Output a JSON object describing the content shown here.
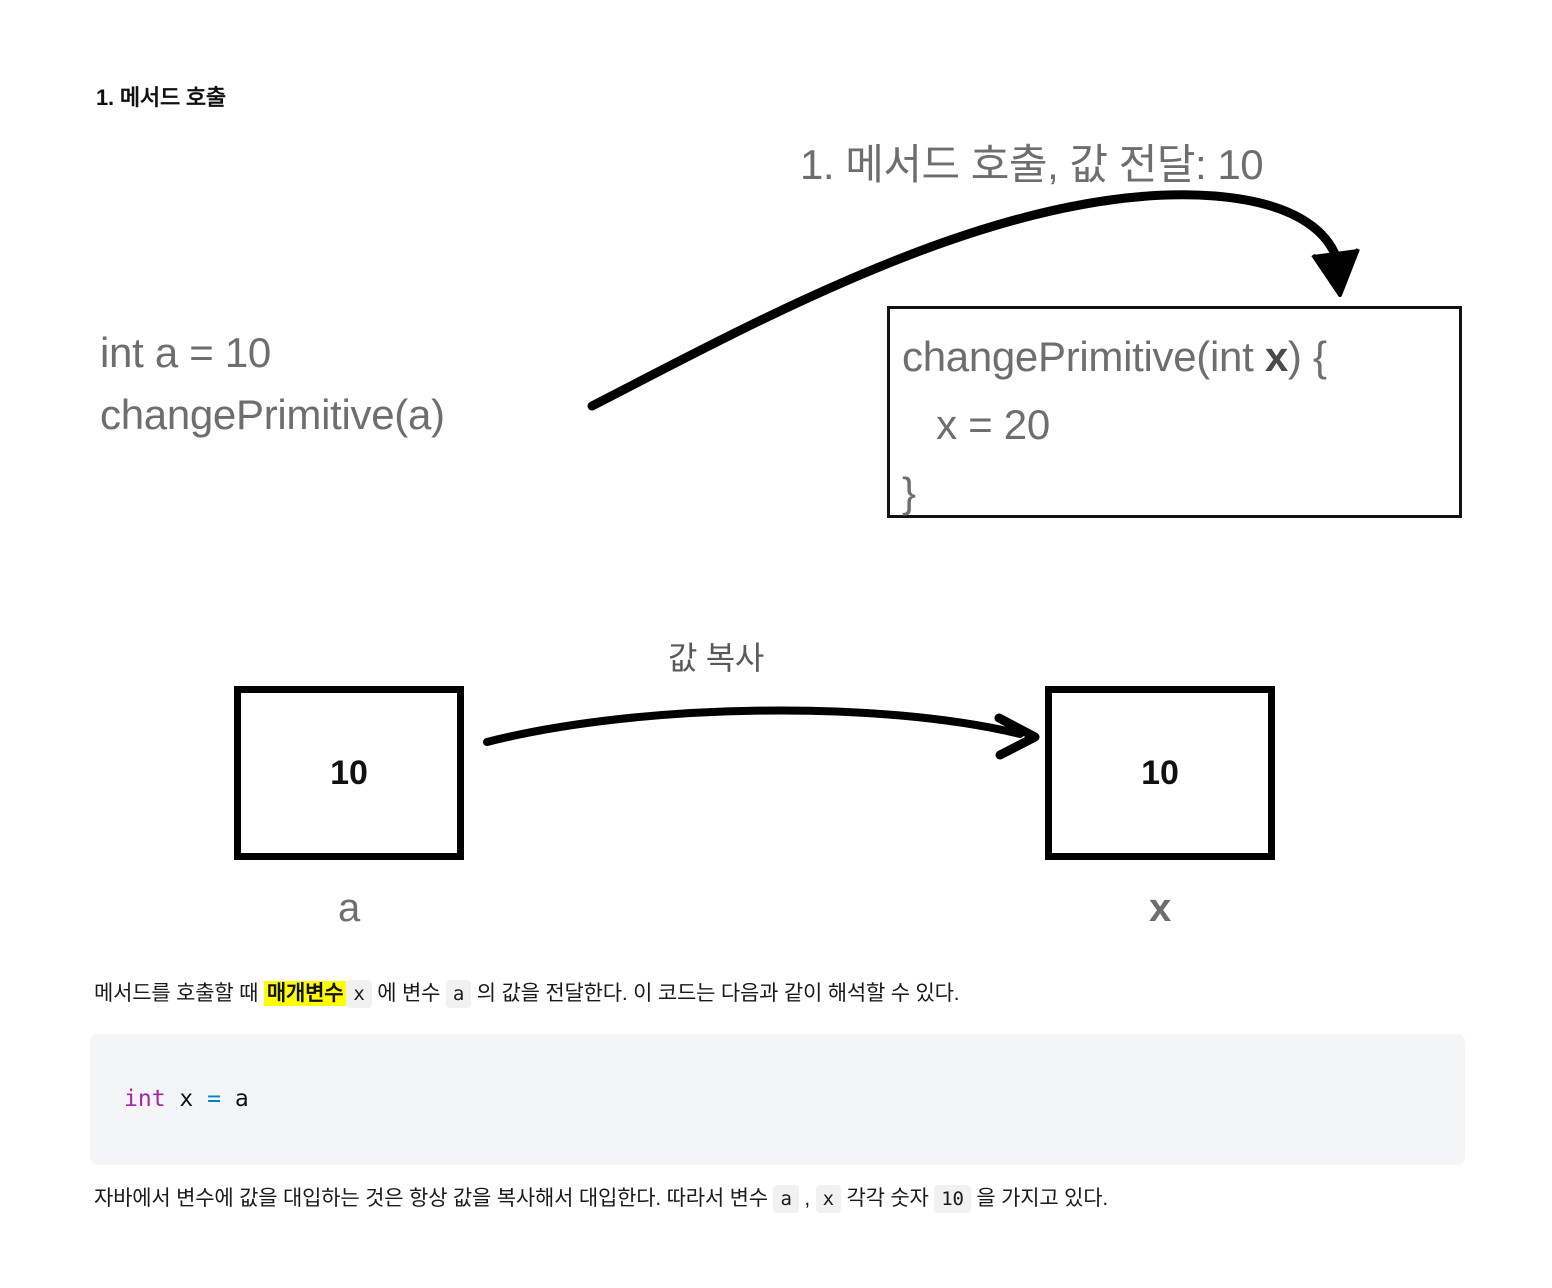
{
  "section": {
    "heading": "1. 메서드 호출"
  },
  "diagram": {
    "title": "1. 메서드 호출, 값 전달: 10",
    "caller_code": "int a = 10\nchangePrimitive(a)",
    "method_box": {
      "line1_before": "changePrimitive(int ",
      "line1_param": "x",
      "line1_after": ") {",
      "line2": "   x = 20",
      "line3": "}"
    },
    "copy_label": "값 복사",
    "boxes": [
      {
        "name": "a",
        "value": "10"
      },
      {
        "name": "x",
        "value": "10"
      }
    ],
    "arrows": [
      {
        "name": "call-arrow",
        "label": "1. 메서드 호출, 값 전달: 10"
      },
      {
        "name": "copy-arrow",
        "label": "값 복사"
      }
    ]
  },
  "prose": {
    "p1_part1": "메서드를 호출할 때 ",
    "p1_highlight": "매개변수",
    "p1_code_x": "x",
    "p1_part2": " 에 변수 ",
    "p1_code_a": "a",
    "p1_part3": " 의 값을 전달한다. 이 코드는 다음과 같이 해석할 수 있다.",
    "p2_part1": "자바에서 변수에 값을 대입하는 것은 항상 값을 복사해서 대입한다. 따라서 변수 ",
    "p2_code_a": "a",
    "p2_comma": " , ",
    "p2_code_x": "x",
    "p2_part2": " 각각 숫자 ",
    "p2_code_10": "10",
    "p2_part3": " 을 가지고 있다."
  },
  "codeblock": {
    "keyword": "int",
    "identifier1": "x",
    "operator": "=",
    "identifier2": "a"
  },
  "colors": {
    "highlight": "#ffff00",
    "gray_text": "#6e6e6e",
    "keyword": "#a626a4",
    "operator": "#0184bc",
    "codeblock_bg": "#f4f5f7",
    "inline_code_bg": "#f1f1f1"
  }
}
